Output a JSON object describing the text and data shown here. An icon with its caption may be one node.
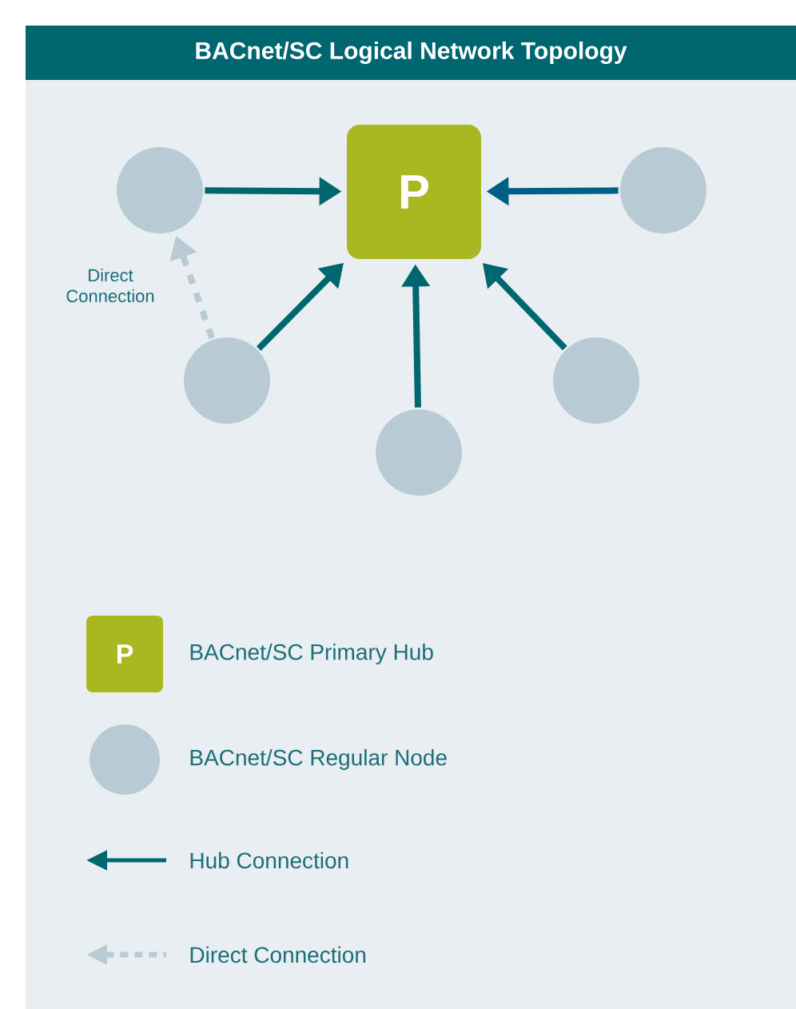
{
  "diagram": {
    "title": "BACnet/SC Logical Network Topology",
    "nodes": [
      {
        "text": [
          "P"
        ]
      },
      {
        "text": [],
        "shape": "circle"
      },
      {
        "text": [],
        "shape": "circle"
      },
      {
        "text": [],
        "shape": "circle"
      },
      {
        "text": [],
        "shape": "circle"
      },
      {
        "text": [],
        "shape": "circle"
      }
    ],
    "edges": [
      {
        "from": 1,
        "to": 0,
        "arrow": "to"
      },
      {
        "from": 2,
        "to": 0,
        "arrow": "to",
        "color": "#005f85"
      },
      {
        "from": 3,
        "to": 0,
        "arrow": "to"
      },
      {
        "from": 4,
        "to": 0,
        "arrow": "to"
      },
      {
        "from": 5,
        "to": 0,
        "arrow": "to"
      },
      {
        "from": 3,
        "to": 1,
        "arrow": "to",
        "style": "dashed",
        "color": "#b8cbd5",
        "label": "Direct Connection"
      }
    ],
    "labels": [
      "P"
    ],
    "legend": [
      {
        "text": "BACnet/SC Primary Hub",
        "color": "#a9b820"
      },
      {
        "text": "BACnet/SC Regular Node",
        "color": "#b8cbd5"
      },
      {
        "text": "Hub Connection"
      },
      {
        "text": "Direct Connection"
      }
    ]
  }
}
